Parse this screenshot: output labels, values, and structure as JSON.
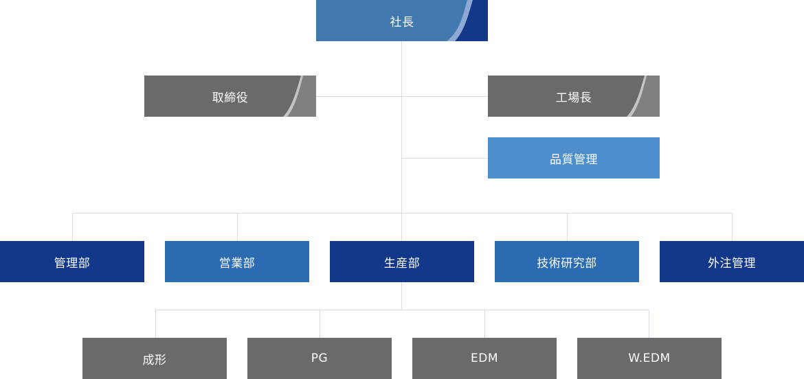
{
  "chart": {
    "top": {
      "label": "社長"
    },
    "executives": [
      {
        "label": "取締役"
      },
      {
        "label": "工場長"
      }
    ],
    "quality": {
      "label": "品質管理"
    },
    "departments": [
      {
        "label": "管理部"
      },
      {
        "label": "営業部"
      },
      {
        "label": "生産部"
      },
      {
        "label": "技術研究部"
      },
      {
        "label": "外注管理"
      }
    ],
    "production_units": [
      {
        "label": "成形"
      },
      {
        "label": "PG"
      },
      {
        "label": "EDM"
      },
      {
        "label": "W.EDM"
      }
    ]
  },
  "colors": {
    "navy": "#13388a",
    "blue": "#2a6bb2",
    "light_blue": "#4d8fcd",
    "gray": "#6a6a6a",
    "connector": "#d9dde3"
  }
}
